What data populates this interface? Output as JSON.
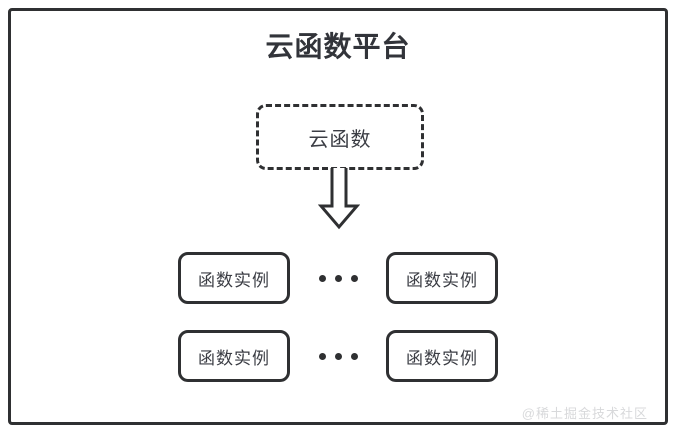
{
  "diagram": {
    "type": "block-diagram",
    "title": "云函数平台",
    "platform_frame": {
      "border_color": "#2f3032",
      "background": "#ffffff"
    },
    "function_node": {
      "label": "云函数",
      "border_style": "dashed",
      "border_color": "#2f3032"
    },
    "arrow": {
      "name": "down-arrow",
      "direction": "down",
      "style": "hollow-block",
      "stroke_color": "#2f3032",
      "fill_color": "#ffffff"
    },
    "instance_rows": [
      {
        "left_instance": "函数实例",
        "ellipsis": "•••",
        "right_instance": "函数实例"
      },
      {
        "left_instance": "函数实例",
        "ellipsis": "•••",
        "right_instance": "函数实例"
      }
    ],
    "watermark": "@稀土掘金技术社区",
    "colors": {
      "stroke": "#2f3032",
      "title_text": "#32343a",
      "body_text": "#3b3d44",
      "watermark_text": "#d8d9db",
      "background": "#ffffff"
    }
  }
}
